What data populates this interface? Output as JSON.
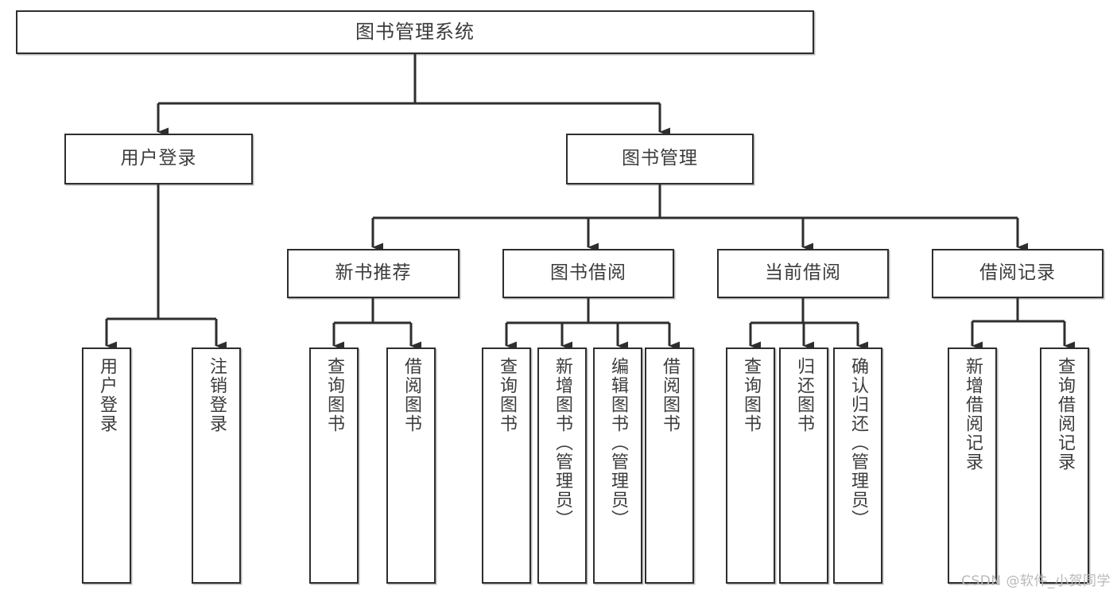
{
  "diagram": {
    "title": "图书管理系统",
    "type": "tree-hierarchy-flowchart",
    "colors": {
      "box_border": "#2e2e2e",
      "box_fill": "#ffffff",
      "text": "#3c3c3c",
      "connector": "#2e2e2e",
      "watermark": "#b9b9b9",
      "background": "#ffffff"
    },
    "nodes": {
      "root": {
        "label": "图书管理系统"
      },
      "level2": [
        {
          "id": "user-login",
          "label": "用户登录"
        },
        {
          "id": "book-management",
          "label": "图书管理"
        }
      ],
      "level3": [
        {
          "id": "new-book-recommend",
          "label": "新书推荐"
        },
        {
          "id": "book-borrow",
          "label": "图书借阅"
        },
        {
          "id": "current-borrow",
          "label": "当前借阅"
        },
        {
          "id": "borrow-record",
          "label": "借阅记录"
        }
      ],
      "leaves": [
        {
          "id": "leaf-user-login",
          "parent": "user-login",
          "label": "用户登录"
        },
        {
          "id": "leaf-logout-login",
          "parent": "user-login",
          "label": "注销登录"
        },
        {
          "id": "leaf-query-book-1",
          "parent": "new-book-recommend",
          "label": "查询图书"
        },
        {
          "id": "leaf-borrow-book-1",
          "parent": "new-book-recommend",
          "label": "借阅图书"
        },
        {
          "id": "leaf-query-book-2",
          "parent": "book-borrow",
          "label": "查询图书"
        },
        {
          "id": "leaf-add-book",
          "parent": "book-borrow",
          "label": "新增图书（管理员）"
        },
        {
          "id": "leaf-edit-book",
          "parent": "book-borrow",
          "label": "编辑图书（管理员）"
        },
        {
          "id": "leaf-borrow-book-2",
          "parent": "book-borrow",
          "label": "借阅图书"
        },
        {
          "id": "leaf-query-book-3",
          "parent": "current-borrow",
          "label": "查询图书"
        },
        {
          "id": "leaf-return-book",
          "parent": "current-borrow",
          "label": "归还图书"
        },
        {
          "id": "leaf-confirm-return",
          "parent": "current-borrow",
          "label": "确认归还（管理员）"
        },
        {
          "id": "leaf-add-record",
          "parent": "borrow-record",
          "label": "新增借阅记录"
        },
        {
          "id": "leaf-query-record",
          "parent": "borrow-record",
          "label": "查询借阅记录"
        }
      ]
    },
    "watermark": "CSDN @软件_小贺同学"
  }
}
